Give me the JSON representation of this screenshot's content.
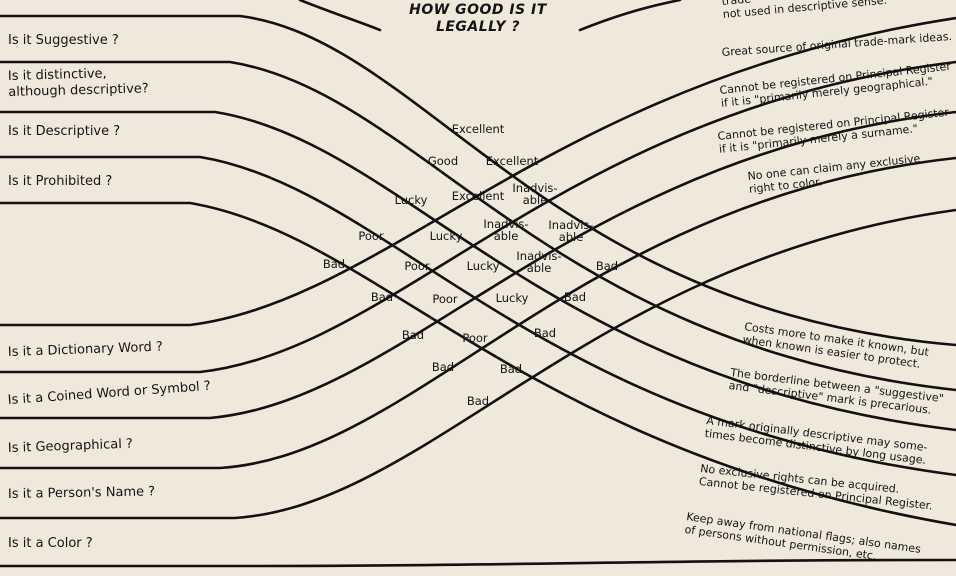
{
  "title": {
    "line1": "HOW GOOD IS IT",
    "line2": "LEGALLY ?"
  },
  "top_right_fragment": {
    "line1": "trade-",
    "line2": "not used in descriptive sense."
  },
  "left_questions": [
    {
      "lines": [
        "Is it Suggestive ?"
      ]
    },
    {
      "lines": [
        "Is it distinctive,",
        "although descriptive?"
      ]
    },
    {
      "lines": [
        "Is it Descriptive ?"
      ]
    },
    {
      "lines": [
        "Is it Prohibited ?"
      ]
    }
  ],
  "left_qualities": [
    {
      "lines": [
        "Is it a Dictionary Word ?"
      ]
    },
    {
      "lines": [
        "Is it a Coined Word or Symbol ?"
      ]
    },
    {
      "lines": [
        "Is it Geographical ?"
      ]
    },
    {
      "lines": [
        "Is it a Person's Name ?"
      ]
    },
    {
      "lines": [
        "Is it a Color ?"
      ]
    }
  ],
  "right_notes": [
    {
      "lines": [
        "Great source of original trade-mark ideas."
      ]
    },
    {
      "lines": [
        "Cannot be registered on Principal Register",
        "if it is \"primarily merely geographical.\""
      ]
    },
    {
      "lines": [
        "Cannot be registered on Principal Register",
        "if it is \"primarily merely a surname.\""
      ]
    },
    {
      "lines": [
        "No one can claim any exclusive",
        "right to color."
      ]
    },
    {
      "lines": [
        "Costs more to make it known, but",
        "when known is easier to protect."
      ]
    },
    {
      "lines": [
        "The borderline between a \"suggestive\"",
        "and \"descriptive\" mark is precarious."
      ]
    },
    {
      "lines": [
        "A mark originally descriptive may some-",
        "times become distinctive by long usage."
      ]
    },
    {
      "lines": [
        "No exclusive rights can be acquired.",
        "Cannot be registered on Principal Register."
      ]
    },
    {
      "lines": [
        "Keep away from national flags; also names",
        "of persons without permission, etc."
      ]
    }
  ],
  "cells": [
    {
      "lines": [
        "Excellent"
      ]
    },
    {
      "lines": [
        "Good"
      ]
    },
    {
      "lines": [
        "Excellent"
      ]
    },
    {
      "lines": [
        "Lucky"
      ]
    },
    {
      "lines": [
        "Excellent"
      ]
    },
    {
      "lines": [
        "Inadvis-",
        "able"
      ]
    },
    {
      "lines": [
        "Poor"
      ]
    },
    {
      "lines": [
        "Lucky"
      ]
    },
    {
      "lines": [
        "Inadvis-",
        "able"
      ]
    },
    {
      "lines": [
        "Inadvis-",
        "able"
      ]
    },
    {
      "lines": [
        "Bad"
      ]
    },
    {
      "lines": [
        "Poor"
      ]
    },
    {
      "lines": [
        "Lucky"
      ]
    },
    {
      "lines": [
        "Inadvis-",
        "able"
      ]
    },
    {
      "lines": [
        "Bad"
      ]
    },
    {
      "lines": [
        "Bad"
      ]
    },
    {
      "lines": [
        "Poor"
      ]
    },
    {
      "lines": [
        "Lucky"
      ]
    },
    {
      "lines": [
        "Bad"
      ]
    },
    {
      "lines": [
        "Bad"
      ]
    },
    {
      "lines": [
        "Poor"
      ]
    },
    {
      "lines": [
        "Bad"
      ]
    },
    {
      "lines": [
        "Bad"
      ]
    },
    {
      "lines": [
        "Bad"
      ]
    },
    {
      "lines": [
        "Bad"
      ]
    }
  ]
}
